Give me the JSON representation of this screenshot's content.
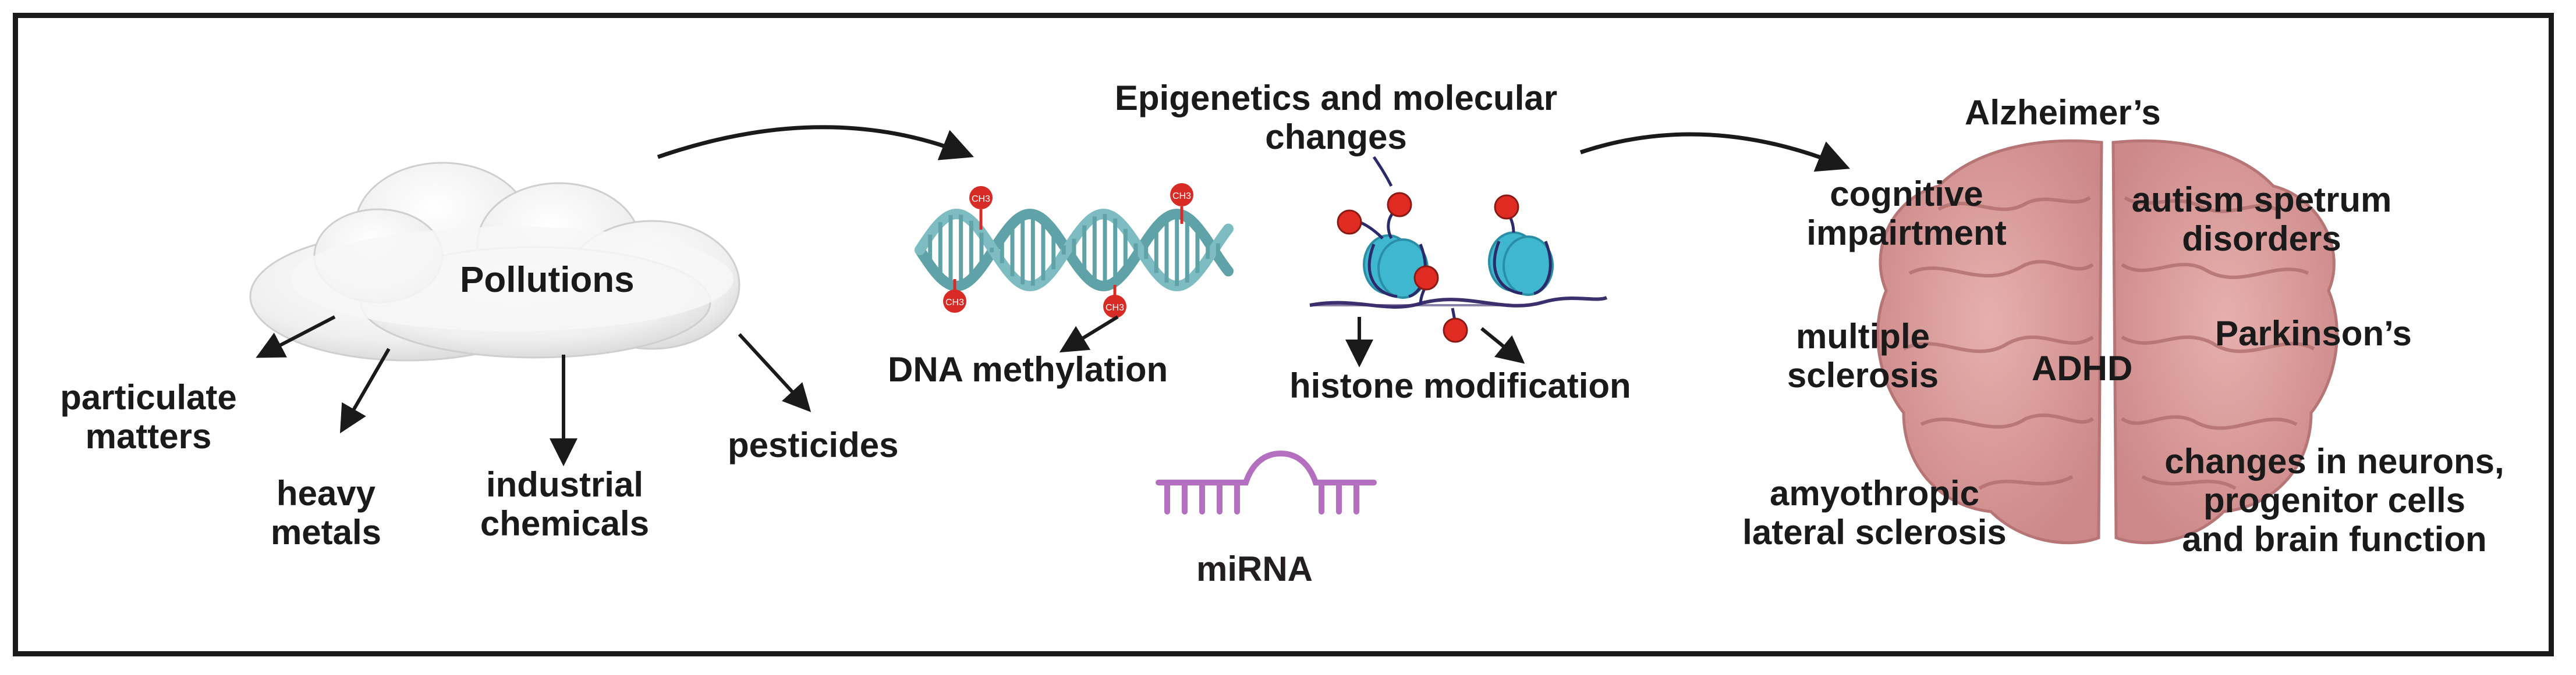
{
  "sources": {
    "center": "Pollutions",
    "items": [
      "particulate\nmatters",
      "heavy\nmetals",
      "industrial\nchemicals",
      "pesticides"
    ]
  },
  "epigenetics": {
    "title": "Epigenetics and molecular\nchanges",
    "dna_methylation": "DNA methylation",
    "methyl_tag": "CH3",
    "histone_modification": "histone modification",
    "mirna": "miRNA"
  },
  "outcomes": {
    "alzheimers": "Alzheimer’s",
    "cognitive": "cognitive\nimpairtment",
    "autism": "autism spetrum\ndisorders",
    "ms": "multiple\nsclerosis",
    "adhd": "ADHD",
    "parkinsons": "Parkinson’s",
    "als": "amyothropic\nlateral sclerosis",
    "neurons": "changes in neurons,\nprogenitor cells\nand brain function"
  },
  "colors": {
    "border": "#1a1a1a",
    "arrow": "#1a1a1a",
    "dna": "#5fa3a8",
    "methyl": "#d92b25",
    "histone": "#3fb7cf",
    "mirna": "#b46fc0",
    "brain": "#d99a9a",
    "cloud": "#f2f2f2"
  }
}
